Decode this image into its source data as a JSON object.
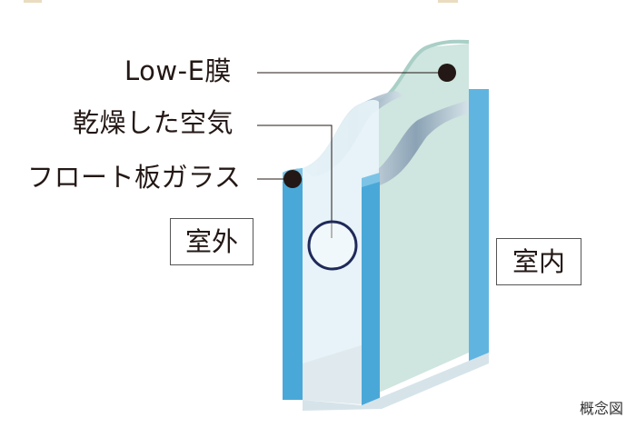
{
  "labels": {
    "low_e": "Low-E膜",
    "dry_air": "乾燥した空気",
    "float_glass": "フロート板ガラス"
  },
  "sides": {
    "outside": "室外",
    "inside": "室内"
  },
  "caption": "概念図",
  "colors": {
    "glass_edge": "#4aa8d8",
    "glass_face": "#e6f2f8",
    "lowe_tint": "#c7e1d9",
    "marker": "#231815",
    "air_circle": "#1f2a5a"
  }
}
